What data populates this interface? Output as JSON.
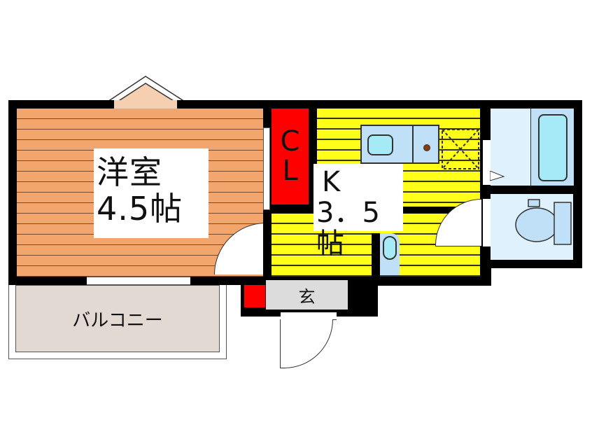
{
  "floor_plan": {
    "western_room": {
      "name": "洋室",
      "size": "4.5帖"
    },
    "closet": {
      "line1": "C",
      "line2": "L"
    },
    "kitchen": {
      "name": "K",
      "size": "3．5帖"
    },
    "entrance": {
      "name": "玄"
    },
    "balcony": {
      "name": "バルコニー"
    }
  },
  "colors": {
    "western_room_floor": "#f2a66e",
    "kitchen_floor": "#ffff1a",
    "closet": "#ff0000",
    "bath_toilet": "#dff1fc",
    "balcony": "#e2d9d2",
    "entrance": "#dcdcdc",
    "walls": "#000000"
  }
}
